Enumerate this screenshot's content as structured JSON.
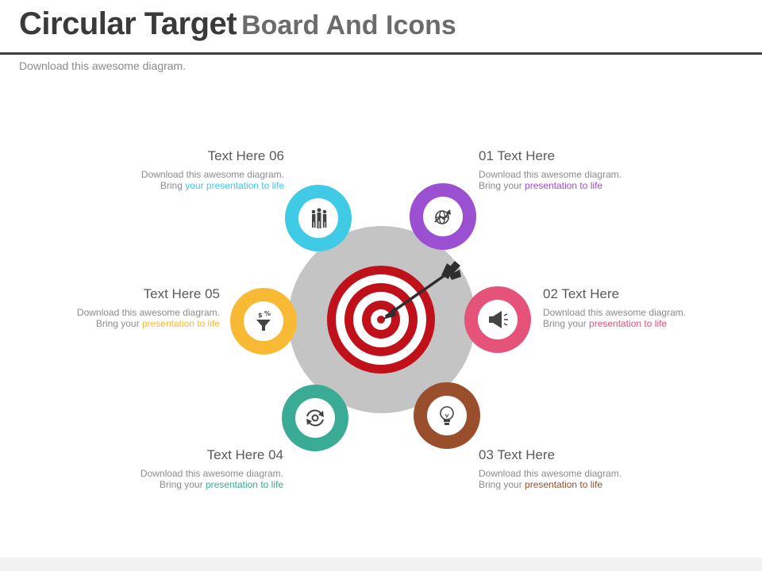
{
  "header": {
    "title_main": "Circular Target",
    "title_sub": "Board And Icons",
    "subtitle": "Download this awesome diagram."
  },
  "colors": {
    "center_disc": "#c4c4c4",
    "target_red": "#c0111b",
    "arrow": "#2e2e2e"
  },
  "items": [
    {
      "id": "01",
      "title": "01 Text Here",
      "line1": "Download this awesome diagram.",
      "line2_plain": "Bring your ",
      "line2_colored": "presentation to life",
      "color": "#9b4fd1",
      "icon": "globe-chart-icon"
    },
    {
      "id": "02",
      "title": "02 Text Here",
      "line1": "Download this awesome diagram.",
      "line2_plain": "Bring your ",
      "line2_colored": "presentation to life",
      "color": "#e5527a",
      "icon": "megaphone-icon"
    },
    {
      "id": "03",
      "title": "03 Text Here",
      "line1": "Download this awesome diagram.",
      "line2_plain": "Bring your ",
      "line2_colored": "presentation to life",
      "color": "#9a4f2c",
      "icon": "lightbulb-icon"
    },
    {
      "id": "04",
      "title": "Text Here 04",
      "line1": "Download this awesome diagram.",
      "line2_plain": "Bring your ",
      "line2_colored": "presentation to life",
      "color": "#3aab95",
      "icon": "refresh-gear-icon"
    },
    {
      "id": "05",
      "title": "Text Here 05",
      "line1": "Download this awesome diagram.",
      "line2_plain": "Bring your ",
      "line2_colored": "presentation to life",
      "color": "#f8b935",
      "icon": "money-funnel-icon"
    },
    {
      "id": "06",
      "title": "Text Here 06",
      "line1": "Download this awesome diagram.",
      "line2_plain": "Bring ",
      "line2_colored": "your presentation to life",
      "color": "#3fcbe6",
      "icon": "team-icon"
    }
  ]
}
